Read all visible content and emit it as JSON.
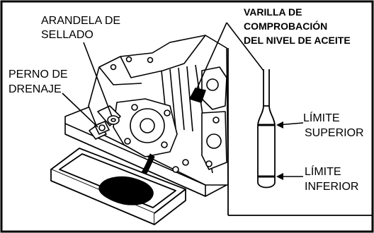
{
  "labels": {
    "washer_line1": "ARANDELA DE",
    "washer_line2": "SELLADO",
    "bolt_line1": "PERNO DE",
    "bolt_line2": "DRENAJE",
    "dipstick_line1": "VARILLA DE",
    "dipstick_line2": "COMPROBACIÓN",
    "dipstick_line3": "DEL NIVEL DE ACEITE",
    "upper_line1": "LÍMITE",
    "upper_line2": "SUPERIOR",
    "lower_line1": "LÍMITE",
    "lower_line2": "INFERIOR"
  },
  "icons": [
    "engine-illustration",
    "oil-drain-pan-icon",
    "dipstick-icon",
    "drain-bolt-icon",
    "sealing-washer-icon"
  ],
  "colors": {
    "line": "#000000",
    "background": "#ffffff",
    "oil": "#000000"
  }
}
